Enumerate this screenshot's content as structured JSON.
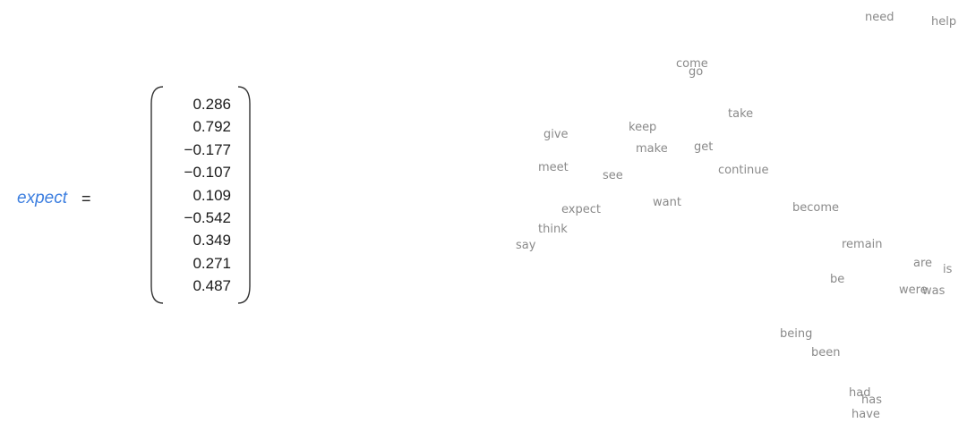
{
  "equation": {
    "word": "expect",
    "equals": "=",
    "vector": [
      "0.286",
      "0.792",
      "−0.177",
      "−0.107",
      "0.109",
      "−0.542",
      "0.349",
      "0.271",
      "0.487"
    ]
  },
  "cloud": {
    "words": [
      "need",
      "help",
      "come",
      "go",
      "take",
      "give",
      "keep",
      "make",
      "get",
      "meet",
      "see",
      "continue",
      "expect",
      "want",
      "become",
      "think",
      "say",
      "remain",
      "are",
      "is",
      "be",
      "were",
      "was",
      "being",
      "been",
      "had",
      "has",
      "have"
    ]
  }
}
